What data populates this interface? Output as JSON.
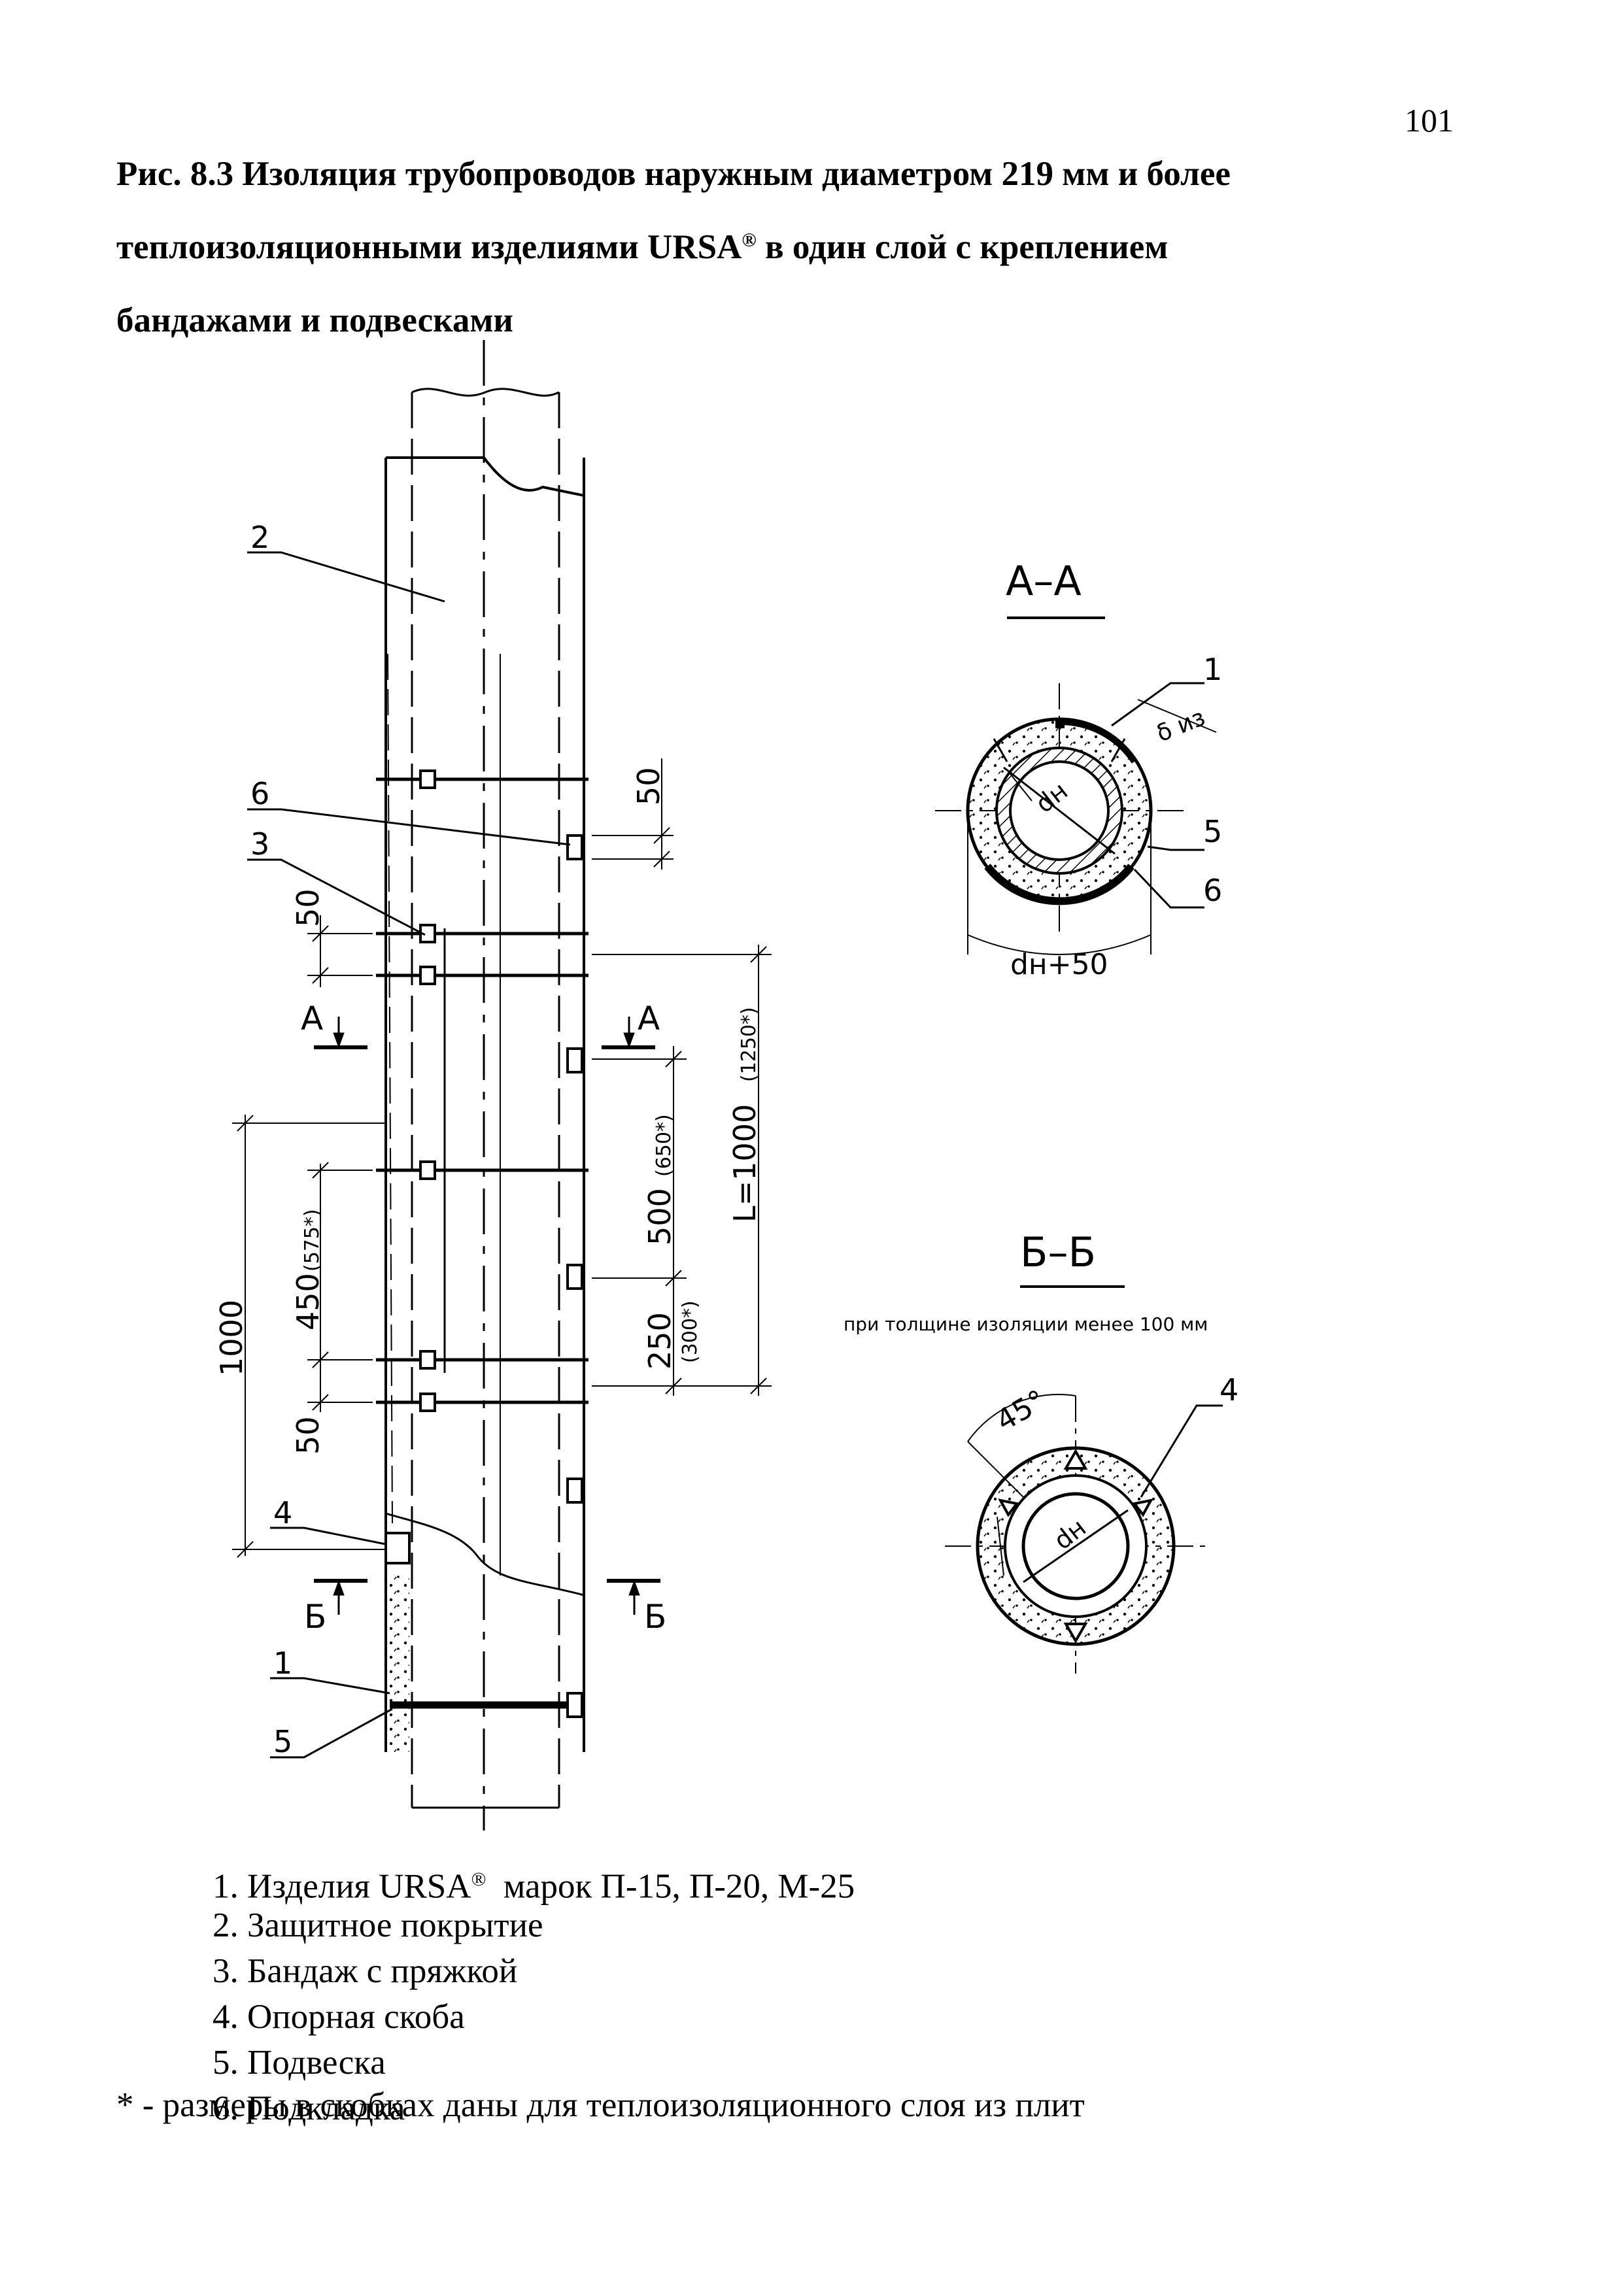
{
  "page_number": "101",
  "title": {
    "line1": "Рис. 8.3 Изоляция трубопроводов наружным диаметром 219 мм и более",
    "line2_before": "теплоизоляционными изделиями URSA",
    "registered_mark": "®",
    "line2_after": " в один слой с креплением",
    "line3": "бандажами и подвесками"
  },
  "drawing": {
    "callouts": {
      "c1": "1",
      "c2": "2",
      "c3": "3",
      "c4": "4",
      "c5": "5",
      "c6": "6"
    },
    "section_labels": {
      "a": "А",
      "b": "Б"
    },
    "dimensions": {
      "d50_right": "50",
      "d50_left_top": "50",
      "d50_left_bottom": "50",
      "d450": "450",
      "d450_alt": "(575*)",
      "d1000": "1000",
      "d500": "500",
      "d500_alt": "(650*)",
      "d250": "250",
      "d250_alt": "(300*)",
      "dL": "L=1000",
      "dL_alt": "(1250*)"
    },
    "section_aa": {
      "title": "А–А",
      "dn": "dн",
      "delta": "δ из",
      "dn50": "dн+50",
      "c1": "1",
      "c5": "5",
      "c6": "6"
    },
    "section_bb": {
      "title": "Б–Б",
      "note": "при толщине изоляции менее 100 мм",
      "angle": "45°",
      "dn": "dн",
      "c4": "4"
    }
  },
  "legend": [
    {
      "num": "1.",
      "text": "Изделия URSA",
      "mark": "®",
      "suffix": "  марок П-15, П-20, М-25"
    },
    {
      "num": "2.",
      "text": "Защитное покрытие"
    },
    {
      "num": "3.",
      "text": "Бандаж с пряжкой"
    },
    {
      "num": "4.",
      "text": "Опорная скоба"
    },
    {
      "num": "5.",
      "text": "Подвеска"
    },
    {
      "num": "6.",
      "text": "Подкладка"
    }
  ],
  "footnote": "* - размеры в скобках даны для теплоизоляционного слоя из плит"
}
